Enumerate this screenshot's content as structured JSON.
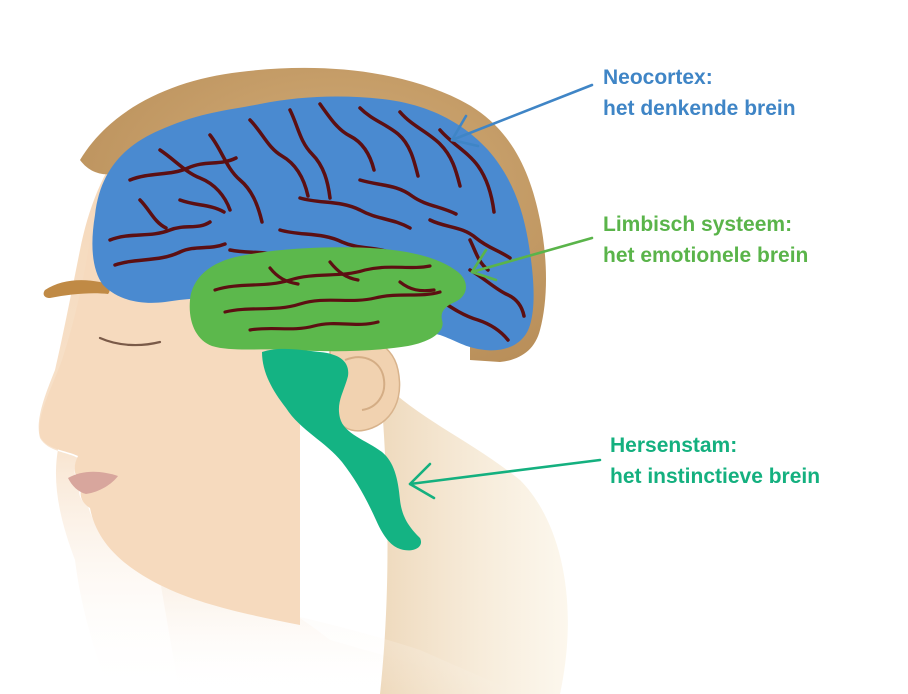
{
  "labels": {
    "neocortex": {
      "title": "Neocortex:",
      "subtitle": "het denkende brein",
      "color": "#3f85c6"
    },
    "limbic": {
      "title": "Limbisch systeem:",
      "subtitle": "het emotionele brein",
      "color": "#5ab44a"
    },
    "brainstem": {
      "title": "Hersenstam:",
      "subtitle": "het instinctieve brein",
      "color": "#14b07f"
    }
  },
  "colors": {
    "neocortex_fill": "#4a8ad0",
    "neocortex_folds": "#5c0f12",
    "limbic_fill": "#5cb84c",
    "brainstem_fill": "#14b383",
    "hair": "#c9a370",
    "skin": "#f6dcc0",
    "lips": "#d9a9a0"
  }
}
